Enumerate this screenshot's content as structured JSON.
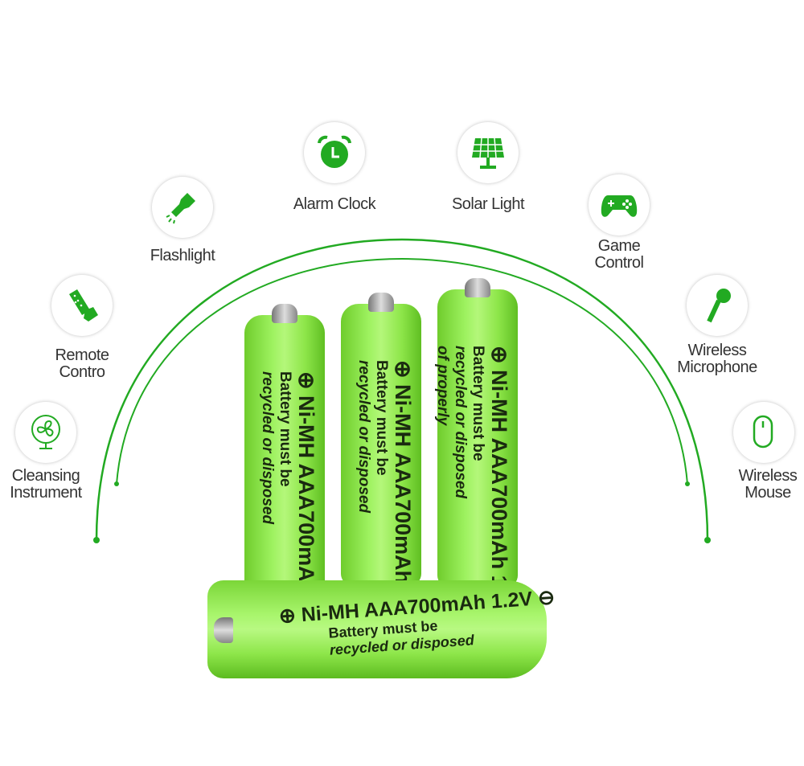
{
  "applications": [
    {
      "id": "flashlight",
      "label": "Flashlight",
      "icon": "flashlight-icon"
    },
    {
      "id": "alarm-clock",
      "label": "Alarm Clock",
      "icon": "alarm-clock-icon"
    },
    {
      "id": "solar-light",
      "label": "Solar Light",
      "icon": "solar-panel-icon"
    },
    {
      "id": "game-control",
      "label": "Game Control",
      "icon": "gamepad-icon"
    },
    {
      "id": "remote-control",
      "label": "Remote Contro",
      "icon": "remote-control-icon"
    },
    {
      "id": "wireless-microphone",
      "label": "Wireless Microphone",
      "icon": "microphone-icon"
    },
    {
      "id": "cleansing-instrument",
      "label": "Cleansing Instrument",
      "icon": "fan-icon"
    },
    {
      "id": "wireless-mouse",
      "label": "Wireless Mouse",
      "icon": "mouse-icon"
    }
  ],
  "battery": {
    "line1": "⊕ Ni-MH  AAA700mAh 1.2V",
    "line1_horizontal": "⊕ Ni-MH  AAA700mAh 1.2V ⊖",
    "line2": "Battery must be",
    "line3": "recycled or disposed",
    "line4": "of properly"
  },
  "colors": {
    "accent": "#22aa22",
    "battery": "#9ef260"
  }
}
